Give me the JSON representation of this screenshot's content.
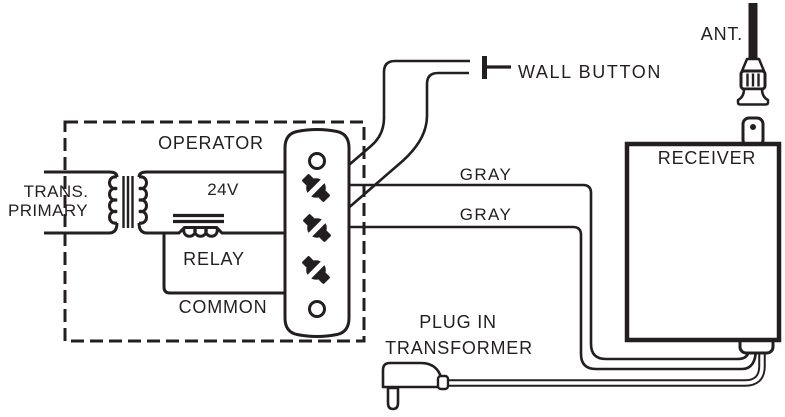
{
  "diagram": {
    "type": "wiring-schematic",
    "colors": {
      "line": "#231f20",
      "background": "#ffffff"
    },
    "operator_box": {
      "label": "OPERATOR",
      "transformer_label_line1": "TRANS.",
      "transformer_label_line2": "PRIMARY",
      "secondary_voltage": "24V",
      "relay_label": "RELAY",
      "common_label": "COMMON"
    },
    "terminal_strip": {
      "screw_count": 3,
      "mounting_hole_count": 2,
      "icons": {
        "screw": "slotted-screw-head",
        "hole": "round-hole"
      }
    },
    "wall_button": {
      "label": "WALL BUTTON",
      "icon": "pushbutton-contact"
    },
    "wires": {
      "gray_top_label": "GRAY",
      "gray_bottom_label": "GRAY"
    },
    "receiver": {
      "label": "RECEIVER",
      "antenna_label": "ANT.",
      "icons": {
        "antenna": "antenna-rod-with-connector",
        "tab": "mounting-tab-with-hole"
      }
    },
    "plug": {
      "label_line1": "PLUG IN",
      "label_line2": "TRANSFORMER",
      "icon": "wall-plug-with-cord"
    }
  }
}
